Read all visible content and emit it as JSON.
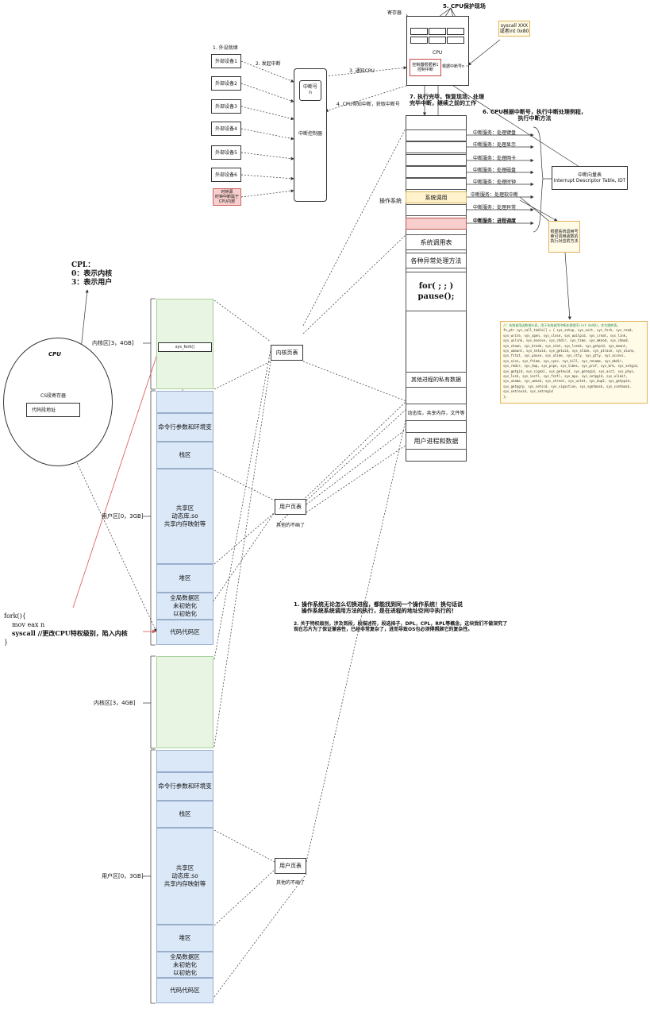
{
  "interrupt": {
    "peripherals": [
      "外部设备1",
      "外部设备2",
      "外部设备3",
      "外部设备4",
      "外部设备5",
      "外部设备6"
    ],
    "clock_source": "时钟源\n时钟中断属于\nCPU内部",
    "step1": "1. 外设就绪",
    "step2": "2. 发起中断",
    "step3": "3. 通知CPU",
    "step4": "4. CPU得知中断，获取中断号",
    "controller_number_label": "中断号",
    "controller_number_value": "n",
    "controller_label": "中断控制器"
  },
  "cpu_block": {
    "registers_label": "寄存器",
    "step5": "5. CPU保护现场",
    "cpu_label": "CPU",
    "inner_red": "控制器根据第1控制中断",
    "inner_white": "根据中断号n ~",
    "syscall_note": "syscall XXX\n或者int 0x80",
    "step6": "6. CPU根据中断号，执行中断处理例程，\n执行中断方法",
    "step7": "7. 执行完毕，恢复现场，处理\n完毕中断，继续之前的工作"
  },
  "os_column": {
    "label": "操作系统",
    "services": [
      "中断服务：处理键盘",
      "中断服务：处理显示",
      "中断服务：处理网卡",
      "中断服务：处理磁盘",
      "中断服务：处理时钟",
      "中断服务：处理软中断",
      "中断服务：处理异常",
      "中断服务：进程调度"
    ],
    "syscall_label": "系统调用",
    "syscall_table": "系统调用表",
    "exceptions": "各种异常处理方法",
    "loop_line1": "for( ; ; )",
    "loop_line2": "pause();",
    "private_data": "其他进程的私有数据",
    "shared_libs": "动态库，共享内存，文件等",
    "user_proc": "用户进程和数据"
  },
  "idt": {
    "label": "中断向量表\nInterrupt Descriptor Table, IDT"
  },
  "idt_note": "根据系统调用号\n索引调用函数的\n执行对应的方法",
  "syscall_code": {
    "comment": "// 系统调用函数指针表，用于系统调用中断处理程序(int 0x80)，作为跳转表。",
    "body": "fn_ptr sys_call_table[] = { sys_setup, sys_exit, sys_fork, sys_read,\nsys_write, sys_open, sys_close, sys_waitpid, sys_creat, sys_link,\nsys_unlink, sys_execve, sys_chdir, sys_time, sys_mknod, sys_chmod,\nsys_chown, sys_break, sys_stat, sys_lseek, sys_getpid, sys_mount,\nsys_umount, sys_setuid, sys_getuid, sys_stime, sys_ptrace, sys_alarm,\nsys_fstat, sys_pause, sys_utime, sys_stty, sys_gtty, sys_access,\nsys_nice, sys_ftime, sys_sync, sys_kill, sys_rename, sys_mkdir,\nsys_rmdir, sys_dup, sys_pipe, sys_times, sys_prof, sys_brk, sys_setgid,\nsys_getgid, sys_signal, sys_geteuid, sys_getegid, sys_acct, sys_phys,\nsys_lock, sys_ioctl, sys_fcntl, sys_mpx, sys_setpgid, sys_ulimit,\nsys_uname, sys_umask, sys_chroot, sys_ustat, sys_dup2, sys_getppid,\nsys_getpgrp, sys_setsid, sys_sigaction, sys_sgetmask, sys_ssetmask,\nsys_setreuid, sys_setregid\n};"
  },
  "cpl": {
    "title": "CPL：",
    "line0": "0：表示内核",
    "line3": "3：表示用户"
  },
  "cpu_circle": {
    "title": "CPU",
    "cs_label": "CS段寄存器",
    "code_addr": "代码段地址"
  },
  "process1": {
    "kernel_label": "内核区[3，4GB]",
    "sys_fork": "sys_fork()",
    "user_label": "用户区[0，3GB]",
    "regions": [
      "命令行参数和环境变",
      "栈区",
      "共享区\n动态库.so\n共享内存映射等",
      "堆区",
      "全局数据区\n未初始化\n以初始化",
      "代码代码区"
    ]
  },
  "process2": {
    "kernel_label": "内核区[3，4GB]",
    "user_label": "用户区[0，3GB]",
    "regions": [
      "命令行参数和环境变",
      "栈区",
      "共享区\n动态库.so\n共享内存映射等",
      "堆区",
      "全局数据区\n未初始化\n以初始化",
      "代码代码区"
    ]
  },
  "page_tables": {
    "kernel": "内核页表",
    "user1": "用户页表",
    "user1_note": "其他的不画了",
    "user2": "用户页表",
    "user2_note": "其他的不画了"
  },
  "fork_code": {
    "line1": "fork(){",
    "line2": "mov eax n",
    "line3": "syscall //更改CPU特权级别，陷入内核",
    "line4": "}"
  },
  "notes": {
    "note1": "1. 操作系统无论怎么切换进程，都能找到同一个操作系统！换句话说\n    操作系统系统调用方法的执行，是在进程的地址空间中执行的！",
    "note2": "2. 关于特权级别，涉及到段，段描述符，段选择子，DPL，CPL，RPL等概念，这块我们不做深究了\n现在芯片为了保证兼容性，已经非常复杂了，进而导致OS也必须得照顾它的复杂性。"
  },
  "colors": {
    "kernel_fill": "#e9f5e3",
    "user_fill": "#dbe8f7",
    "syscall_fill": "#fff2cc",
    "sched_fill": "#f8cecc",
    "red_line": "#d9534f",
    "note_border": "#e3b25a"
  }
}
